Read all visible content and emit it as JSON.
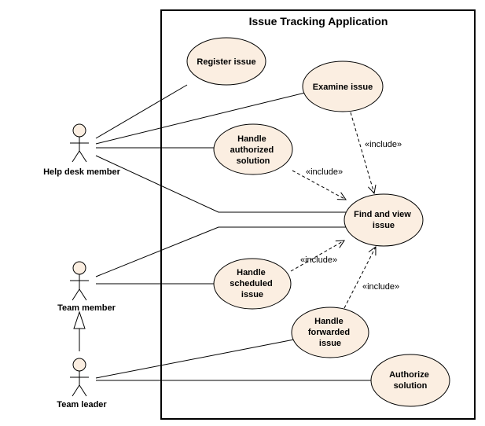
{
  "system": {
    "title": "Issue Tracking Application"
  },
  "actors": [
    {
      "id": "helpdesk",
      "label": "Help desk member"
    },
    {
      "id": "member",
      "label": "Team member"
    },
    {
      "id": "leader",
      "label": "Team leader"
    }
  ],
  "use_cases": [
    {
      "id": "register",
      "lines": [
        "Register issue"
      ]
    },
    {
      "id": "examine",
      "lines": [
        "Examine issue"
      ]
    },
    {
      "id": "authorized",
      "lines": [
        "Handle",
        "authorized",
        "solution"
      ]
    },
    {
      "id": "find",
      "lines": [
        "Find and view",
        "issue"
      ]
    },
    {
      "id": "scheduled",
      "lines": [
        "Handle",
        "scheduled",
        "issue"
      ]
    },
    {
      "id": "forwarded",
      "lines": [
        "Handle",
        "forwarded",
        "issue"
      ]
    },
    {
      "id": "authorize",
      "lines": [
        "Authorize",
        "solution"
      ]
    }
  ],
  "relationships": {
    "include_label": "«include»",
    "associations": [
      [
        "helpdesk",
        "register"
      ],
      [
        "helpdesk",
        "examine"
      ],
      [
        "helpdesk",
        "authorized"
      ],
      [
        "helpdesk",
        "find"
      ],
      [
        "member",
        "find"
      ],
      [
        "member",
        "scheduled"
      ],
      [
        "leader",
        "forwarded"
      ],
      [
        "leader",
        "authorize"
      ]
    ],
    "includes": [
      [
        "examine",
        "find"
      ],
      [
        "authorized",
        "find"
      ],
      [
        "scheduled",
        "find"
      ],
      [
        "forwarded",
        "find"
      ]
    ],
    "generalizations": [
      [
        "leader",
        "member"
      ]
    ]
  }
}
